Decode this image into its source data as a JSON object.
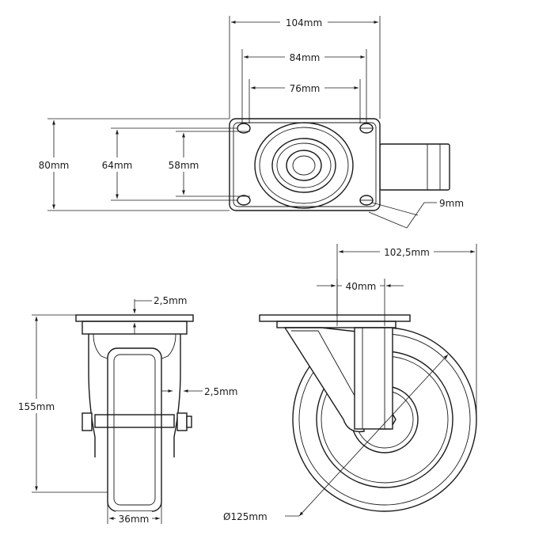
{
  "top_view": {
    "width_overall": "104mm",
    "hole_spacing_outer": "84mm",
    "hole_spacing_inner": "76mm",
    "height_overall": "80mm",
    "height_outer": "64mm",
    "height_inner": "58mm",
    "hole_size": "9mm"
  },
  "side_view": {
    "offset": "102,5mm",
    "stem_width": "40mm",
    "wheel_diameter": "Ø125mm"
  },
  "front_view": {
    "plate_thickness": "2,5mm",
    "fork_thickness": "2,5mm",
    "total_height": "155mm",
    "wheel_width": "36mm"
  }
}
